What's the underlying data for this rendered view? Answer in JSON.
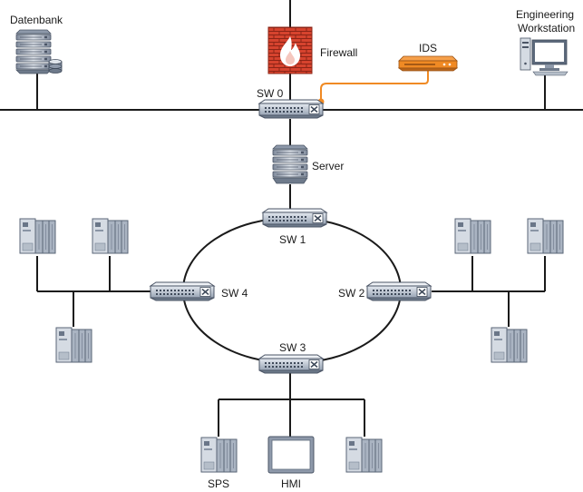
{
  "labels": {
    "datenbank": "Datenbank",
    "firewall": "Firewall",
    "ids": "IDS",
    "engineering_line1": "Engineering",
    "engineering_line2": "Workstation",
    "sw0": "SW 0",
    "server": "Server",
    "sw1": "SW 1",
    "sw2": "SW 2",
    "sw3": "SW 3",
    "sw4": "SW 4",
    "sps": "SPS",
    "hmi": "HMI"
  },
  "colors": {
    "line": "#1a1a1a",
    "ids_link": "#f08a24",
    "firewall_brick": "#d6432e",
    "device_body": "#c3ccd8",
    "device_dark": "#5d6a7c"
  },
  "icons": {
    "database": "database-server-icon",
    "firewall": "firewall-icon",
    "ids": "ids-appliance-icon",
    "workstation": "workstation-icon",
    "switch": "switch-icon",
    "server": "server-icon",
    "plc": "plc-icon",
    "hmi": "hmi-panel-icon"
  }
}
